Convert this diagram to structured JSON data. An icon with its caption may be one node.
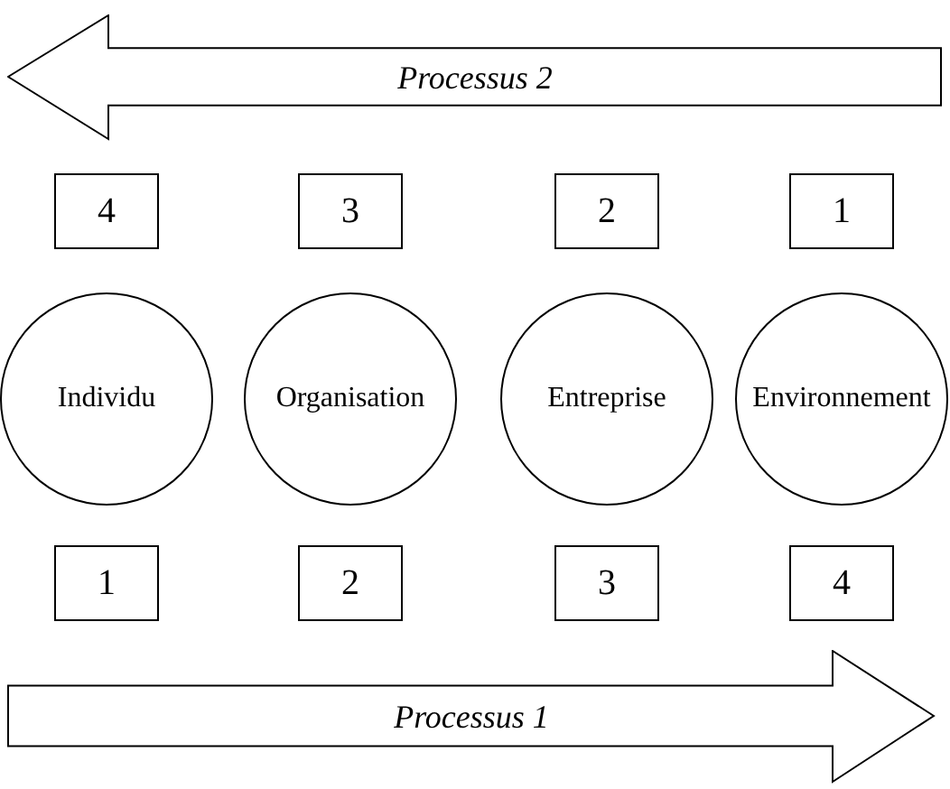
{
  "diagram": {
    "nodes": [
      {
        "text": [
          "Processus 2"
        ]
      },
      {
        "text": [
          "4"
        ]
      },
      {
        "text": [
          "3"
        ]
      },
      {
        "text": [
          "2"
        ]
      },
      {
        "text": [
          "1"
        ]
      },
      {
        "text": [
          "Individu"
        ]
      },
      {
        "text": [
          "Organisation"
        ]
      },
      {
        "text": [
          "Entreprise"
        ]
      },
      {
        "text": [
          "Environnement"
        ]
      },
      {
        "text": [
          "1"
        ]
      },
      {
        "text": [
          "2"
        ]
      },
      {
        "text": [
          "3"
        ]
      },
      {
        "text": [
          "4"
        ]
      },
      {
        "text": [
          "Processus 1"
        ]
      }
    ],
    "edges": []
  }
}
